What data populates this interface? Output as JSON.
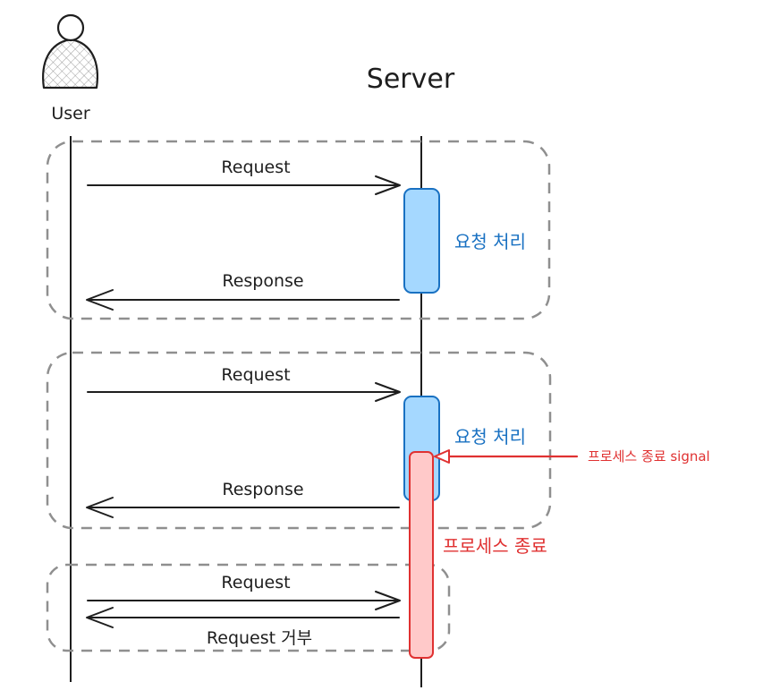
{
  "participants": {
    "user": "User",
    "server": "Server"
  },
  "exchanges": [
    {
      "request": "Request",
      "response": "Response",
      "processing": "요청 처리"
    },
    {
      "request": "Request",
      "response": "Response",
      "processing": "요청 처리"
    },
    {
      "request": "Request",
      "response": "Request 거부"
    }
  ],
  "termination": {
    "signal_label": "프로세스 종료 signal",
    "process_label": "프로세스 종료"
  },
  "colors": {
    "processing_fill": "#a5d8ff",
    "processing_stroke": "#1971c2",
    "termination_fill": "#ffc9c9",
    "termination_stroke": "#e03131",
    "group_stroke": "#8f8f8f",
    "line": "#1e1e1e"
  },
  "icons": {
    "actor": "user-icon"
  }
}
